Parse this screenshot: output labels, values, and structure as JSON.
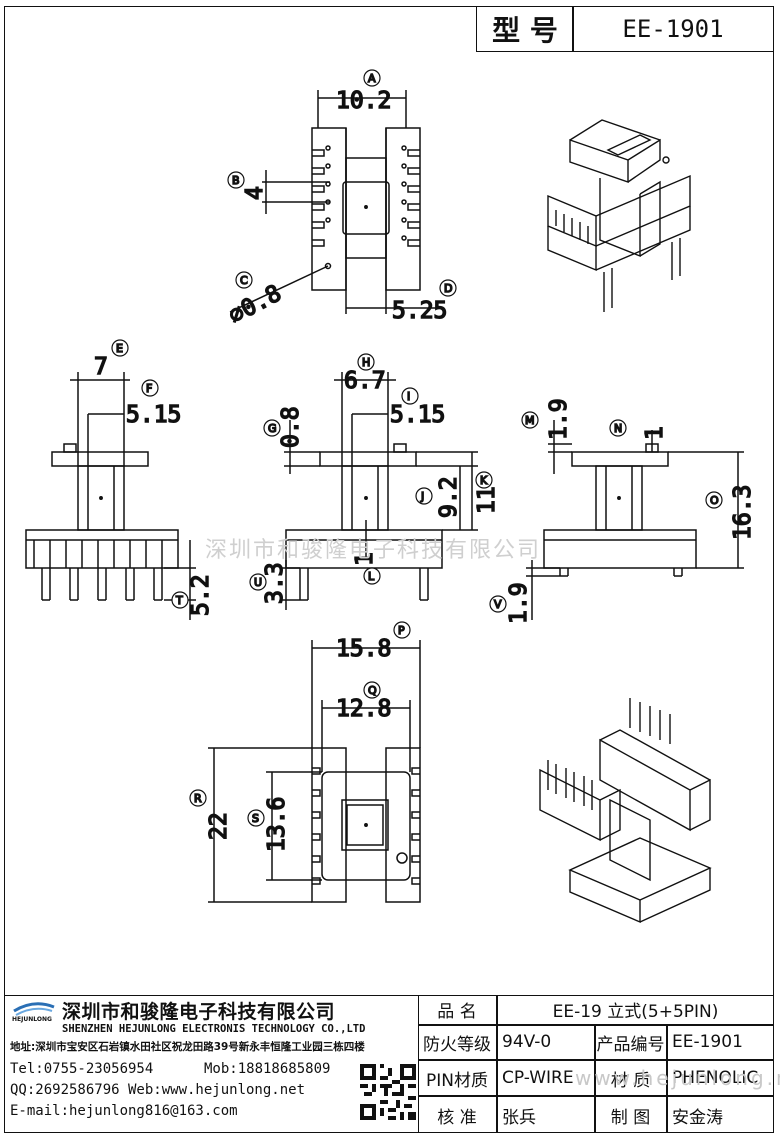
{
  "header": {
    "model_label": "型 号",
    "model_value": "EE-1901"
  },
  "dimensions": {
    "A": "10.2",
    "B": "4",
    "C": "⌀0.8",
    "D": "5.25",
    "E": "7",
    "F": "5.15",
    "H": "6.7",
    "I": "5.15",
    "G": "0.8",
    "J": "9.2",
    "K": "11",
    "L": "1",
    "U": "3.3",
    "T": "5.2",
    "M": "1.9",
    "N": "1",
    "O": "16.3",
    "V": "1.9",
    "P": "15.8",
    "Q": "12.8",
    "R": "22",
    "S": "13.6"
  },
  "markers": [
    "A",
    "B",
    "C",
    "D",
    "E",
    "F",
    "G",
    "H",
    "I",
    "J",
    "K",
    "L",
    "M",
    "N",
    "O",
    "P",
    "Q",
    "R",
    "S",
    "T",
    "U",
    "V"
  ],
  "watermark": "深圳市和骏隆电子科技有限公司",
  "watermark_url": "www.hejunlong.net",
  "company": {
    "logo_text": "HEJUNLONG",
    "name_cn": "深圳市和骏隆电子科技有限公司",
    "name_en": "SHENZHEN HEJUNLONG ELECTRONIS TECHNOLOGY CO.,LTD",
    "address": "地址:深圳市宝安区石岩镇水田社区祝龙田路39号新永丰恒隆工业园三栋四楼",
    "tel": "Tel:0755-23056954",
    "mob": "Mob:18818685809",
    "qq_web": "QQ:2692586796 Web:www.hejunlong.net",
    "email": "E-mail:hejunlong816@163.com"
  },
  "spec_table": {
    "product_name_label": "品 名",
    "product_name_value": "EE-19 立式(5+5PIN)",
    "fire_label": "防火等级",
    "fire_value": "94V-0",
    "code_label": "产品编号",
    "code_value": "EE-1901",
    "pin_label": "PIN材质",
    "pin_value": "CP-WIRE",
    "material_label": "材 质",
    "material_value": "PHENOLIC",
    "review_label": "核 准",
    "review_value": "张兵",
    "draw_label": "制 图",
    "draw_value": "安金涛"
  }
}
